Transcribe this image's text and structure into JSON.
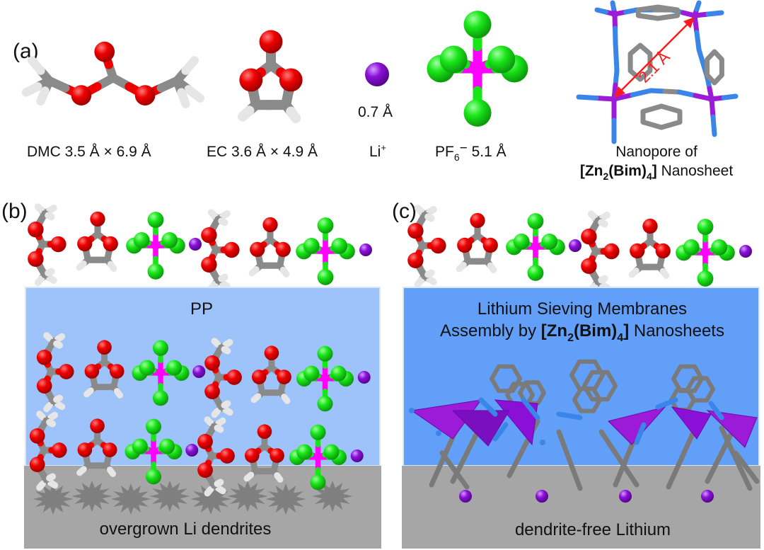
{
  "figure": {
    "panels": [
      {
        "id": "a",
        "label": "(a)"
      },
      {
        "id": "b",
        "label": "(b)"
      },
      {
        "id": "c",
        "label": "(c)"
      }
    ],
    "panel_a": {
      "dmc_caption": "DMC 3.5 Å × 6.9 Å",
      "ec_caption": "EC  3.6 Å × 4.9 Å",
      "li_size": "0.7 Å",
      "li_caption_main": "Li",
      "li_caption_sup": "+",
      "pf6_main": "PF",
      "pf6_sub": "6",
      "pf6_sup": "−",
      "pf6_size": " 5.1 Å",
      "pore_distance": "2.1 Å",
      "nanopore_line1": "Nanopore of",
      "nanosheet_bracket_open": "[Zn",
      "nanosheet_sub1": "2",
      "nanosheet_mid": "(Bim)",
      "nanosheet_sub2": "4",
      "nanosheet_bracket_close": "]",
      "nanosheet_word": " Nanosheet"
    },
    "panel_b": {
      "membrane_label": "PP",
      "substrate_label": "overgrown Li dendrites"
    },
    "panel_c": {
      "title_line1": "Lithium Sieving Membranes",
      "title_line2_prefix": "Assembly by ",
      "formula_open": "[Zn",
      "formula_sub1": "2",
      "formula_mid": "(Bim)",
      "formula_sub2": "4",
      "formula_close": "]",
      "title_line2_suffix": " Nanosheets",
      "substrate_label": "dendrite-free Lithium"
    },
    "legend_colors": {
      "oxygen": "#ee0000",
      "carbon": "#808080",
      "hydrogen": "#e6e6e6",
      "lithium": "#8a10d8",
      "fluorine": "#19e619",
      "phosphorus": "#ff00ff",
      "nitrogen": "#3a86e8",
      "zinc": "#9b1bd8",
      "pp_membrane": "#9dc3fa",
      "zif_membrane": "#629ff8",
      "lithium_metal": "#a6a6a6",
      "dendrite": "#7f7f7f"
    }
  }
}
